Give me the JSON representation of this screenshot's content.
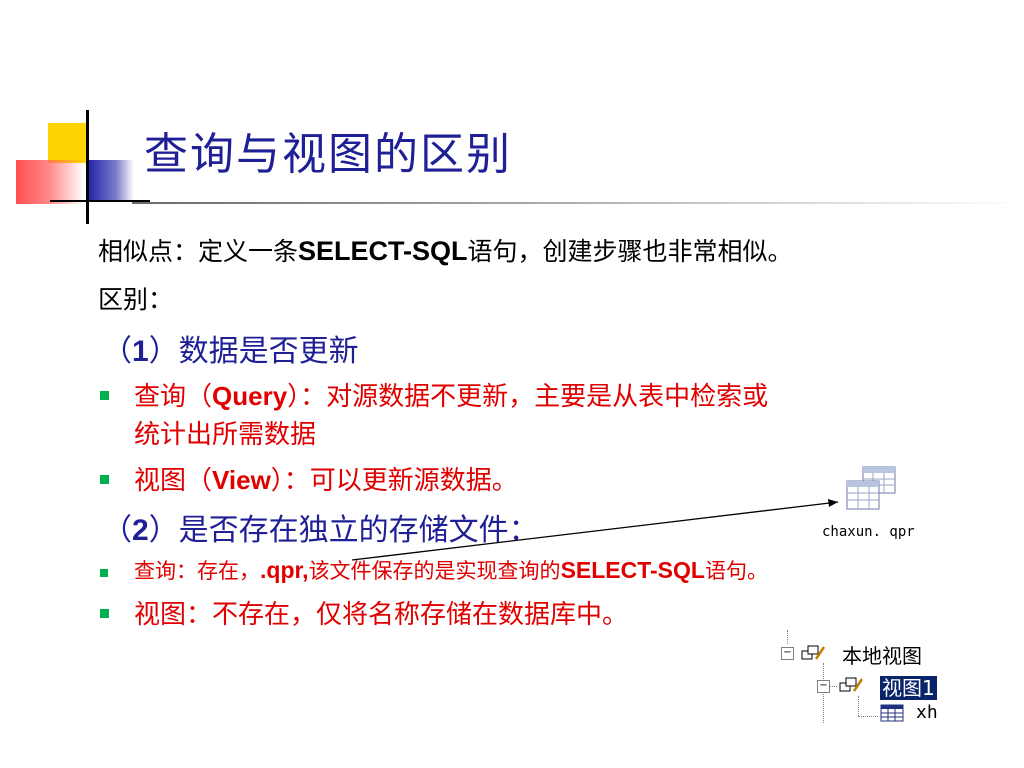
{
  "title": "查询与视图的区别",
  "similarity": {
    "prefix": "相似点：定义一条",
    "sql": "SELECT-SQL",
    "suffix": "语句，创建步骤也非常相似。"
  },
  "difference_label": "区别：",
  "point1": {
    "open": "（",
    "num": "1",
    "close_text": "）数据是否更新"
  },
  "bullets1": [
    {
      "pre": "查询（",
      "bold": "Query",
      "post": "）：对源数据不更新，主要是从表中检索或",
      "line2": "统计出所需数据"
    },
    {
      "pre": "视图（",
      "bold": "View",
      "post": "）：可以更新源数据。"
    }
  ],
  "point2": {
    "open": "（",
    "num": "2",
    "close_text": "）是否存在独立的存储文件："
  },
  "bullets2": [
    {
      "pre": "查询：存在，",
      "bold1": ".qpr,",
      "mid": "该文件保存的是实现查询的",
      "bold2": "SELECT-SQL",
      "post": "语句。"
    },
    {
      "text": "视图：不存在，仅将名称存储在数据库中。"
    }
  ],
  "file_icon": {
    "label": "chaxun. qpr",
    "icon": "query-file-icon"
  },
  "tree": {
    "root_label": "本地视图",
    "view_label": "视图1",
    "table_label": "xh"
  },
  "colors": {
    "title": "#1f1f96",
    "red_text": "#e00000",
    "bullet": "#00b050"
  }
}
